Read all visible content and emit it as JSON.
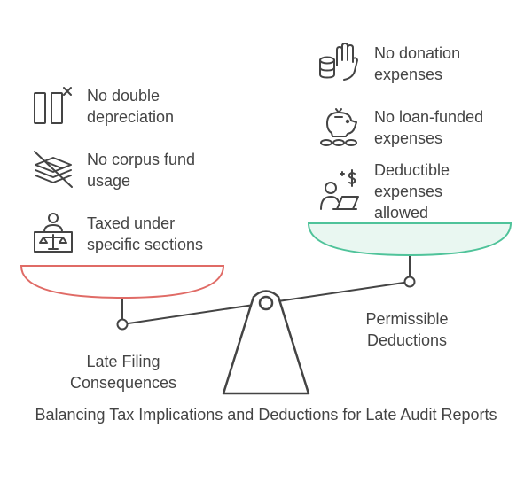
{
  "title": "Balancing Tax Implications and Deductions for Late Audit Reports",
  "left_side": {
    "label": "Late Filing Consequences",
    "accent_color": "#e06b66",
    "items": [
      {
        "text": "No double depreciation",
        "icon": "double-depreciation-cancel-icon"
      },
      {
        "text": "No corpus fund usage",
        "icon": "crossed-out-money-stack-icon"
      },
      {
        "text": "Taxed under specific sections",
        "icon": "judge-scales-icon"
      }
    ]
  },
  "right_side": {
    "label": "Permissible Deductions",
    "accent_color": "#4fc39a",
    "items": [
      {
        "text": "No donation expenses",
        "icon": "hand-with-coins-icon"
      },
      {
        "text": "No loan-funded expenses",
        "icon": "piggy-bank-coins-icon"
      },
      {
        "text": "Deductible expenses allowed",
        "icon": "person-laptop-dollar-icon"
      }
    ]
  }
}
